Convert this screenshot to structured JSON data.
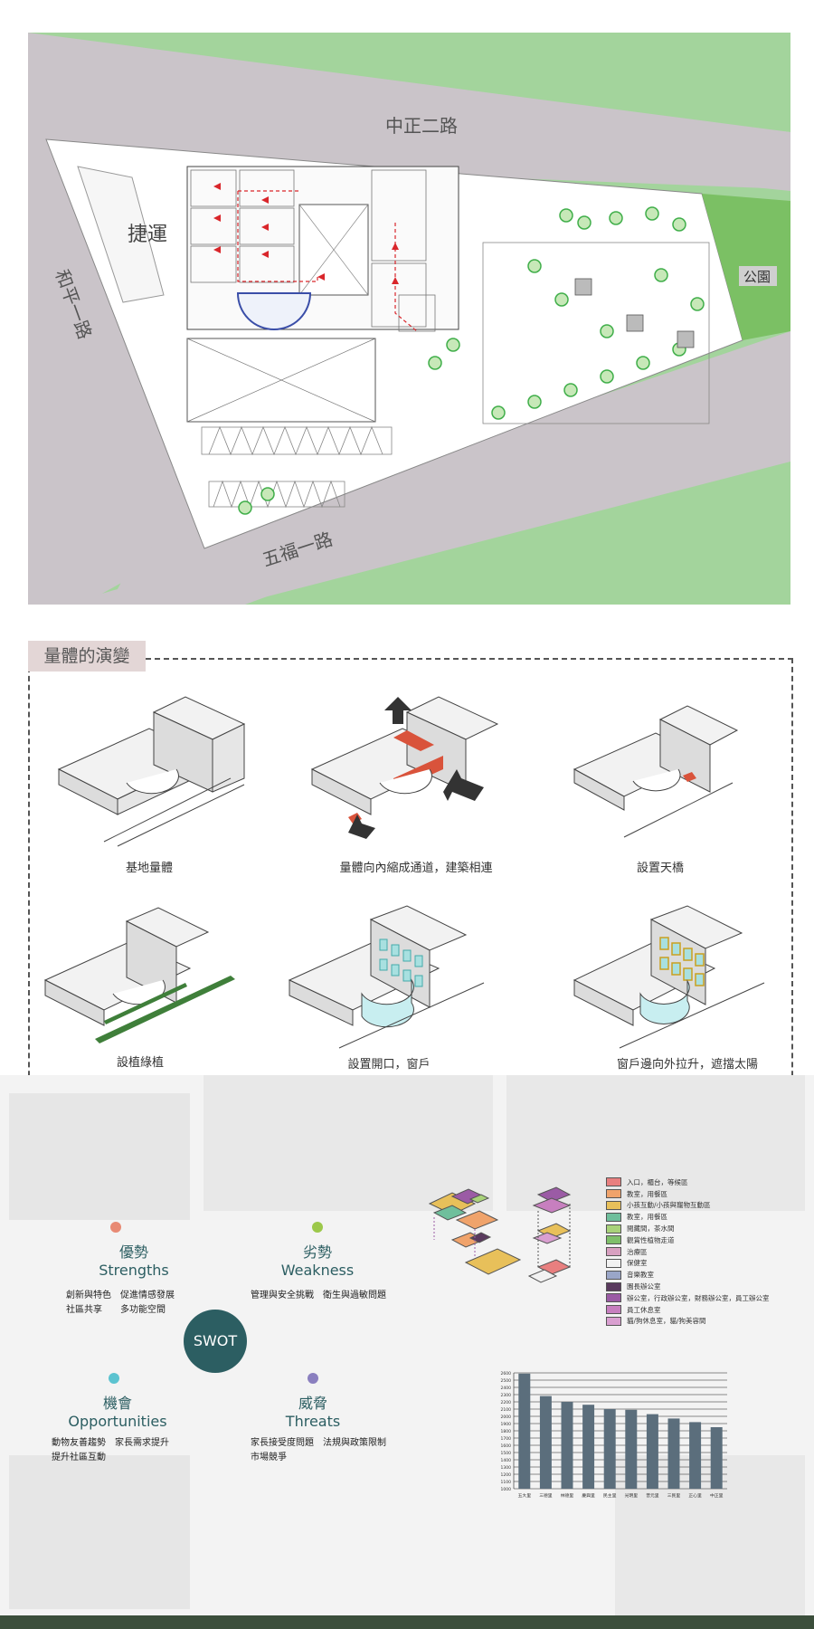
{
  "site_plan": {
    "roads": [
      "中正二路",
      "和平一路",
      "五福一路"
    ],
    "labels": {
      "mrt": "捷運",
      "park": "公園"
    }
  },
  "volume_evolution": {
    "title": "量體的演變",
    "steps": [
      {
        "caption": "基地量體"
      },
      {
        "caption": "量體向內縮成通道，建築相連"
      },
      {
        "caption": "設置天橋"
      },
      {
        "caption": "設植綠植"
      },
      {
        "caption": "設置開口，窗戶"
      },
      {
        "caption": "窗戶邊向外拉升，遮擋太陽"
      }
    ]
  },
  "swot": {
    "center": "SWOT",
    "strengths": {
      "zh": "優勢",
      "en": "Strengths",
      "color": "#e88a74",
      "lines": [
        "創新與特色　促進情感發展",
        "社區共享　　多功能空間"
      ]
    },
    "weakness": {
      "zh": "劣勢",
      "en": "Weakness",
      "color": "#9cc84a",
      "lines": [
        "管理與安全挑戰　衛生與過敏問題"
      ]
    },
    "opportunities": {
      "zh": "機會",
      "en": "Opportunities",
      "color": "#5bc3d0",
      "lines": [
        "動物友善趨勢　家長需求提升",
        "提升社區互動"
      ]
    },
    "threats": {
      "zh": "威脅",
      "en": "Threats",
      "color": "#8a7fbf",
      "lines": [
        "家長接受度問題　法規與政策限制",
        "市場競爭"
      ]
    },
    "text_color": "#2c5e62"
  },
  "legend": [
    {
      "label": "入口，櫃台，等候區",
      "color": "#e87f7f"
    },
    {
      "label": "教室，用餐區",
      "color": "#f0a36b"
    },
    {
      "label": "小孩互動/小孩與寵物互動區",
      "color": "#e8c05a"
    },
    {
      "label": "教室，用餐區",
      "color": "#6fbf9c"
    },
    {
      "label": "閱藏間，茶水間",
      "color": "#a9d27a"
    },
    {
      "label": "觀賞性植物走道",
      "color": "#7fbf6a"
    },
    {
      "label": "治療區",
      "color": "#d8a0c0"
    },
    {
      "label": "保健室",
      "color": "#f2f2f2"
    },
    {
      "label": "音樂教室",
      "color": "#9aa6c8"
    },
    {
      "label": "園長辦公室",
      "color": "#5a3a5e"
    },
    {
      "label": "辦公室，行政辦公室，財務辦公室，員工辦公室",
      "color": "#9b5ba5"
    },
    {
      "label": "員工休息室",
      "color": "#c77fbf"
    },
    {
      "label": "貓/狗休息室，貓/狗美容間",
      "color": "#d99fd0"
    }
  ],
  "chart_data": {
    "type": "bar",
    "categories": [
      "五大里",
      "三德里",
      "林德里",
      "慶興里",
      "民主里",
      "光明里",
      "普元里",
      "三民里",
      "正心里",
      "中正里"
    ],
    "values": [
      2590,
      2280,
      2200,
      2160,
      2100,
      2090,
      2030,
      1970,
      1920,
      1850
    ],
    "ylim": [
      1000,
      2600
    ],
    "yticks": [
      1000,
      1100,
      1200,
      1300,
      1400,
      1500,
      1600,
      1700,
      1800,
      1900,
      2000,
      2100,
      2200,
      2300,
      2400,
      2500,
      2600
    ],
    "bar_color": "#5b6e7c",
    "grid": true
  }
}
